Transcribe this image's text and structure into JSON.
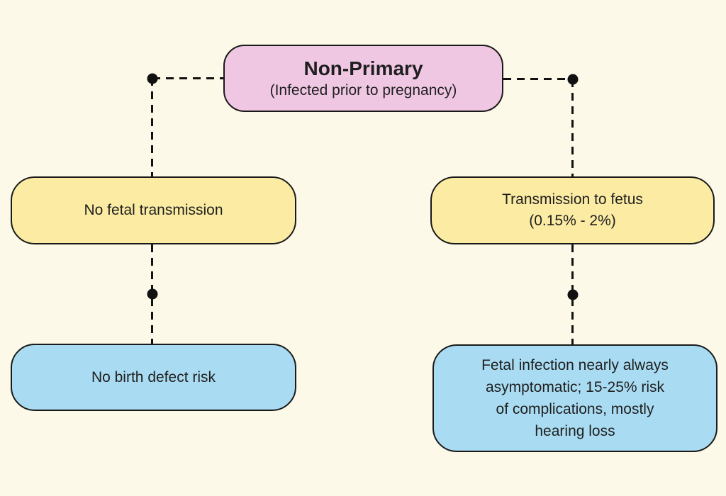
{
  "diagram": {
    "root_node": {
      "title": "Non-Primary",
      "subtitle": "(Infected prior to pregnancy)"
    },
    "left_branch": {
      "transmission_node": {
        "label": "No fetal transmission"
      },
      "outcome_node": {
        "label": "No birth defect risk"
      }
    },
    "right_branch": {
      "transmission_node": {
        "line1": "Transmission to fetus",
        "line2": "(0.15% - 2%)"
      },
      "outcome_node": {
        "lines": [
          "Fetal infection nearly always",
          "asymptomatic; 15-25% risk",
          "of complications, mostly",
          "hearing loss"
        ]
      }
    },
    "colors": {
      "background": "#FDF9E8",
      "root_fill": "#F0C7E3",
      "transmission_fill": "#FBEBA3",
      "outcome_fill": "#A9DCF2",
      "node_border": "#1A1A1A",
      "connector": "#111111",
      "text": "#1F1F1F"
    }
  }
}
